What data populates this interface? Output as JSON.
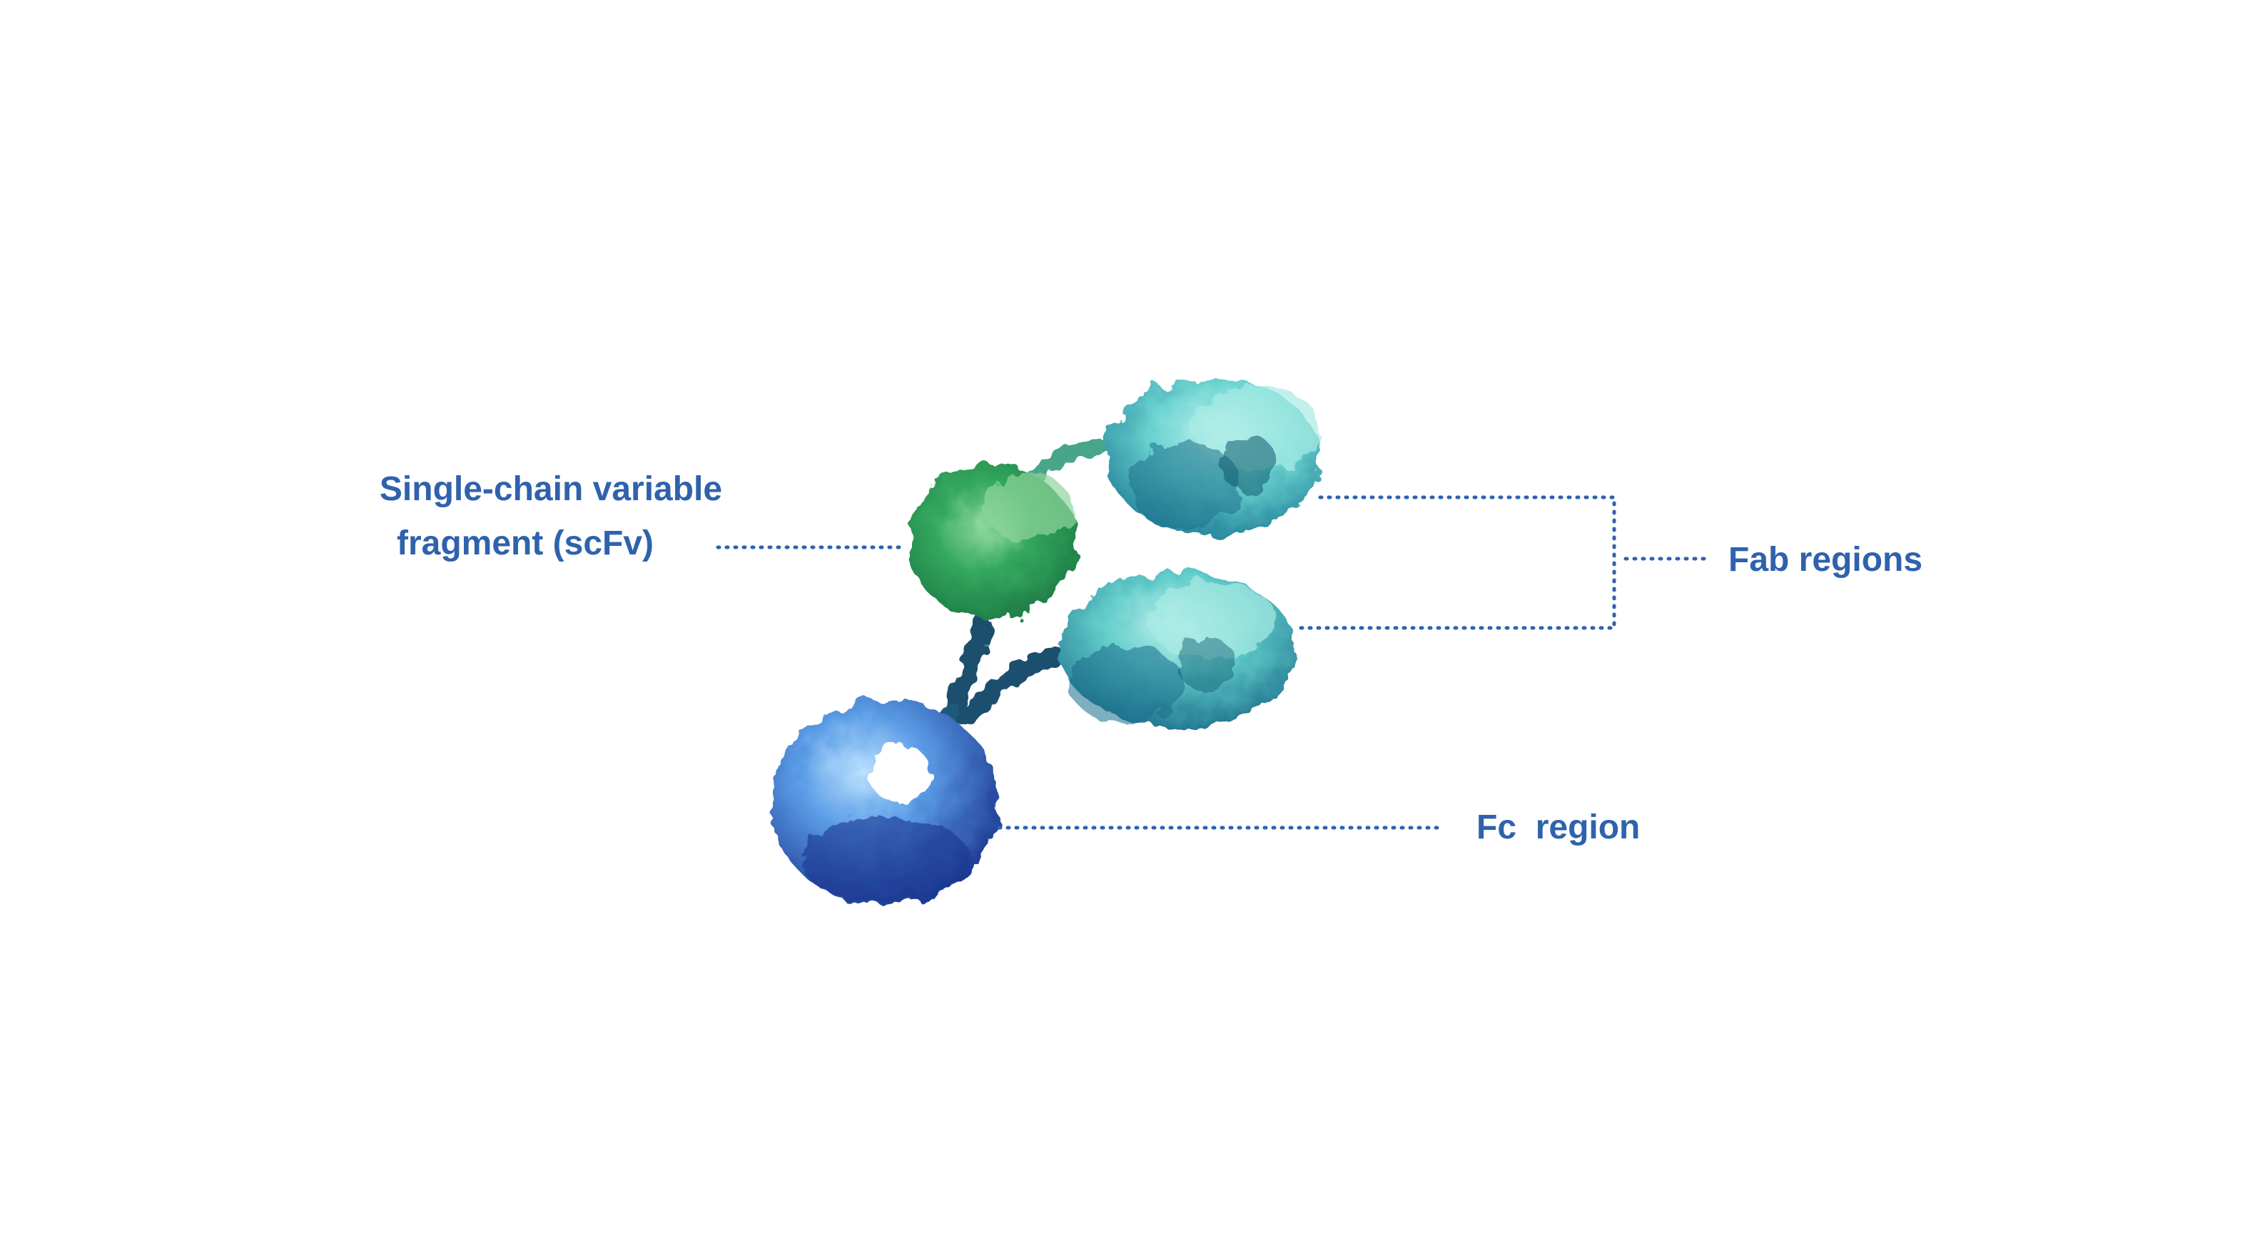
{
  "colors": {
    "label_text": "#2f62ad",
    "leader_line": "#2f62ad",
    "scfv_domain": "#2fa05a",
    "fab_domain": "#5ccfcf",
    "fab_domain_dark": "#1e6f8a",
    "fc_domain": "#4f8fe0",
    "fc_domain_dark": "#1f3f96",
    "background": "#ffffff"
  },
  "labels": {
    "scfv": {
      "line1": "Single-chain variable",
      "line2": "fragment (scFv)"
    },
    "fab": "Fab regions",
    "fc": "Fc  region"
  }
}
